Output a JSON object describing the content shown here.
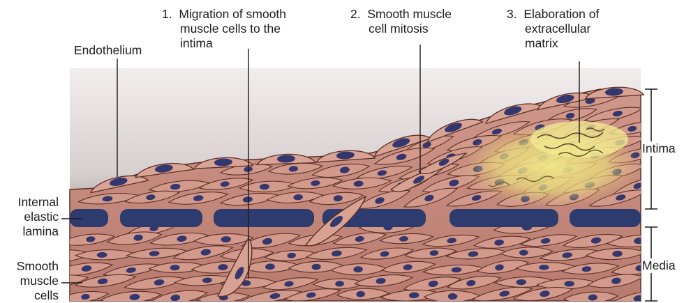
{
  "labels": {
    "step1": {
      "number": "1.",
      "lines": [
        "Migration of smooth",
        "muscle cells to the",
        "intima"
      ]
    },
    "step2": {
      "number": "2.",
      "lines": [
        "Smooth muscle",
        "cell mitosis"
      ]
    },
    "step3": {
      "number": "3.",
      "lines": [
        "Elaboration of",
        "extracellular",
        "matrix"
      ]
    },
    "endothelium": "Endothelium",
    "internal_elastic_lamina": [
      "Internal",
      "elastic",
      "lamina"
    ],
    "smooth_muscle_cells": [
      "Smooth",
      "muscle",
      "cells"
    ],
    "intima": "Intima",
    "media": "Media"
  },
  "colors": {
    "tissue": "#c98d7f",
    "cell_fill": "#d39a8c",
    "cell_outline": "#5a3028",
    "nucleus": "#34376e",
    "lamina": "#2d3b6e",
    "lumen_dark": "#5e5050",
    "lumen_light": "#ece6e6",
    "matrix": "#e8e07a"
  }
}
